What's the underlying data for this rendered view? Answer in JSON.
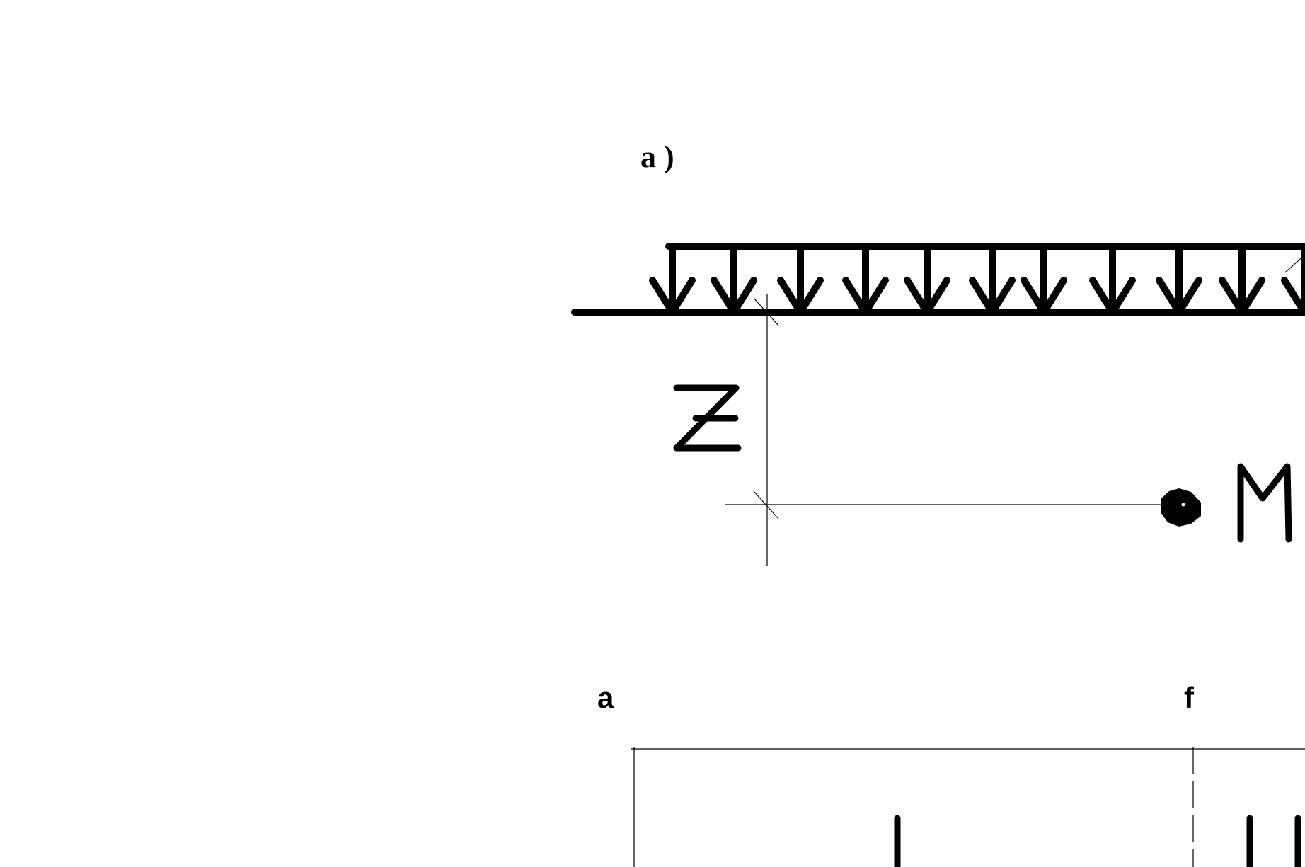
{
  "diagram": {
    "part_label": "a )",
    "point_label": "M",
    "depth_label": "Z",
    "section_labels": [
      "a",
      "f"
    ],
    "zone_labels": [
      "I",
      "II"
    ]
  }
}
